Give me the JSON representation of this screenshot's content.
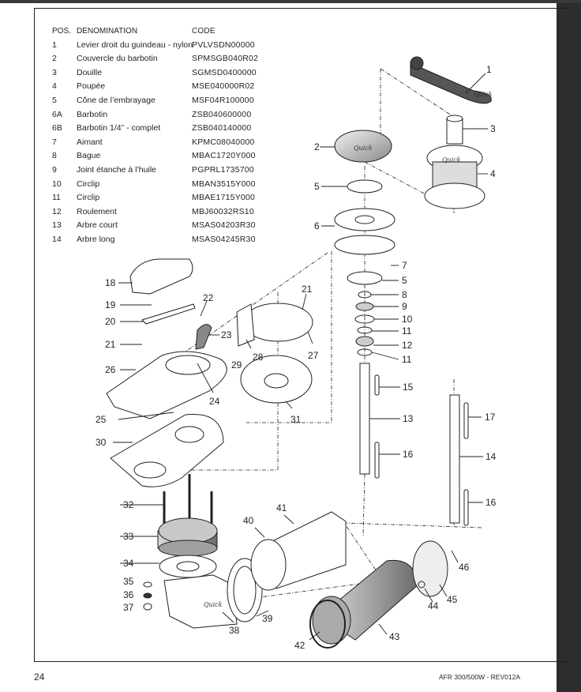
{
  "table": {
    "headers": {
      "pos": "POS.",
      "denomination": "DENOMINATION",
      "code": "CODE"
    },
    "rows": [
      {
        "pos": "1",
        "denomination": "Levier droit du guindeau - nylon",
        "code": "PVLVSDN00000"
      },
      {
        "pos": "2",
        "denomination": "Couvercle du barbotin",
        "code": "SPMSGB040R02"
      },
      {
        "pos": "3",
        "denomination": "Douille",
        "code": "SGMSD0400000"
      },
      {
        "pos": "4",
        "denomination": "Poupée",
        "code": "MSE040000R02"
      },
      {
        "pos": "5",
        "denomination": "Cône de l’embrayage",
        "code": "MSF04R100000"
      },
      {
        "pos": "6A",
        "denomination": "Barbotin",
        "code": "ZSB040600000"
      },
      {
        "pos": "6B",
        "denomination": "Barbotin 1/4” - complet",
        "code": "ZSB040140000"
      },
      {
        "pos": "7",
        "denomination": "Aimant",
        "code": "KPMC08040000"
      },
      {
        "pos": "8",
        "denomination": "Bague",
        "code": "MBAC1720Y000"
      },
      {
        "pos": "9",
        "denomination": "Joint étanche à l’huile",
        "code": "PGPRL1735700"
      },
      {
        "pos": "10",
        "denomination": "Circlip",
        "code": "MBAN3515Y000"
      },
      {
        "pos": "11",
        "denomination": "Circlip",
        "code": "MBAE1715Y000"
      },
      {
        "pos": "12",
        "denomination": "Roulement",
        "code": "MBJ60032RS10"
      },
      {
        "pos": "13",
        "denomination": "Arbre court",
        "code": "MSAS04203R30"
      },
      {
        "pos": "14",
        "denomination": "Arbre long",
        "code": "MSAS04245R30"
      }
    ]
  },
  "callouts": {
    "c1": "1",
    "c2": "2",
    "c3": "3",
    "c4": "4",
    "c5a": "5",
    "c5b": "5",
    "c6": "6",
    "c7": "7",
    "c8": "8",
    "c9": "9",
    "c10": "10",
    "c11a": "11",
    "c12": "12",
    "c11b": "11",
    "c13": "13",
    "c14": "14",
    "c15": "15",
    "c16a": "16",
    "c16b": "16",
    "c17": "17",
    "c18": "18",
    "c19": "19",
    "c20": "20",
    "c21a": "21",
    "c21b": "21",
    "c22": "22",
    "c23": "23",
    "c24": "24",
    "c25": "25",
    "c26": "26",
    "c27": "27",
    "c28": "28",
    "c29": "29",
    "c30": "30",
    "c31": "31",
    "c32": "32",
    "c33": "33",
    "c34": "34",
    "c35": "35",
    "c36": "36",
    "c37": "37",
    "c38": "38",
    "c39": "39",
    "c40": "40",
    "c41": "41",
    "c42": "42",
    "c43": "43",
    "c44": "44",
    "c45": "45",
    "c46": "46"
  },
  "logo_text": "Quick",
  "footer": {
    "page_number": "24",
    "doc_ref": "AFR 300/500W - REV012A"
  },
  "colors": {
    "ink": "#231f20",
    "part_fill": "#ffffff",
    "shade": "#9c9c9c",
    "panel": "#2d2d30"
  }
}
